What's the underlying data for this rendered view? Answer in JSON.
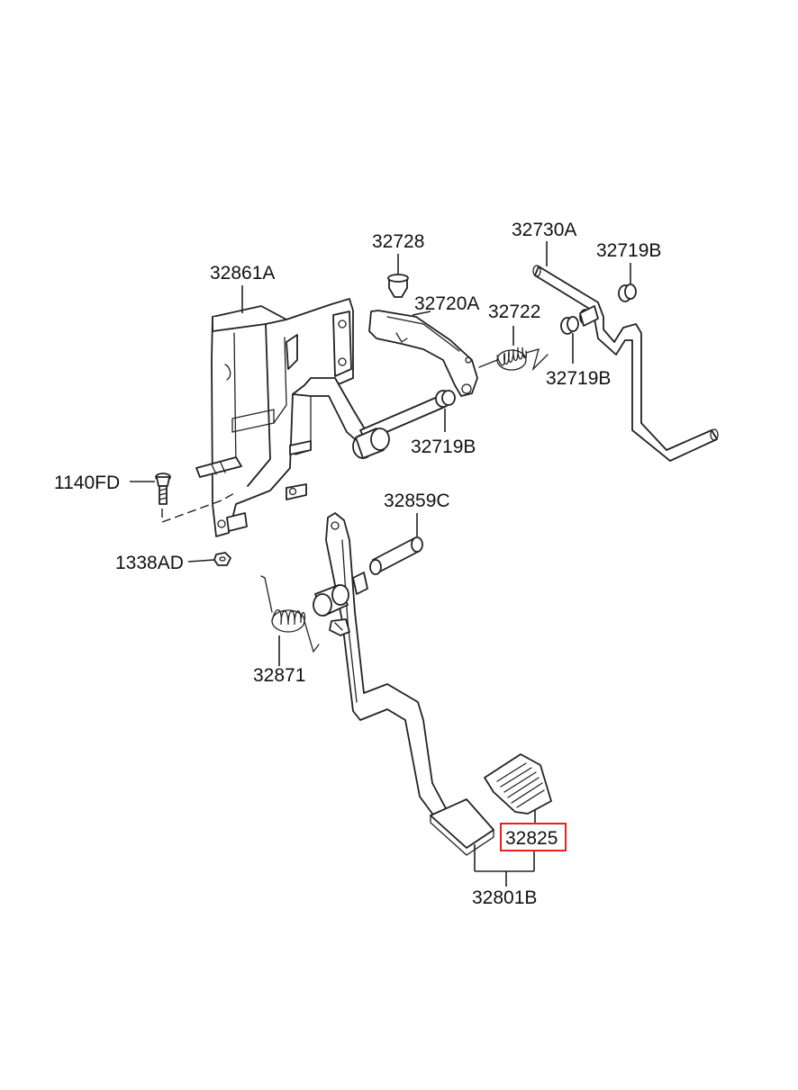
{
  "diagram": {
    "highlight_color": "#e8221b",
    "line_color": "#222222",
    "labels": {
      "p32728": "32728",
      "p32730A": "32730A",
      "p32719B_top": "32719B",
      "p32861A": "32861A",
      "p32720A": "32720A",
      "p32722": "32722",
      "p32719B_mid": "32719B",
      "p32719B_low": "32719B",
      "p1140FD": "1140FD",
      "p32859C": "32859C",
      "p1338AD": "1338AD",
      "p32871": "32871",
      "p32825": "32825",
      "p32801B": "32801B"
    }
  }
}
